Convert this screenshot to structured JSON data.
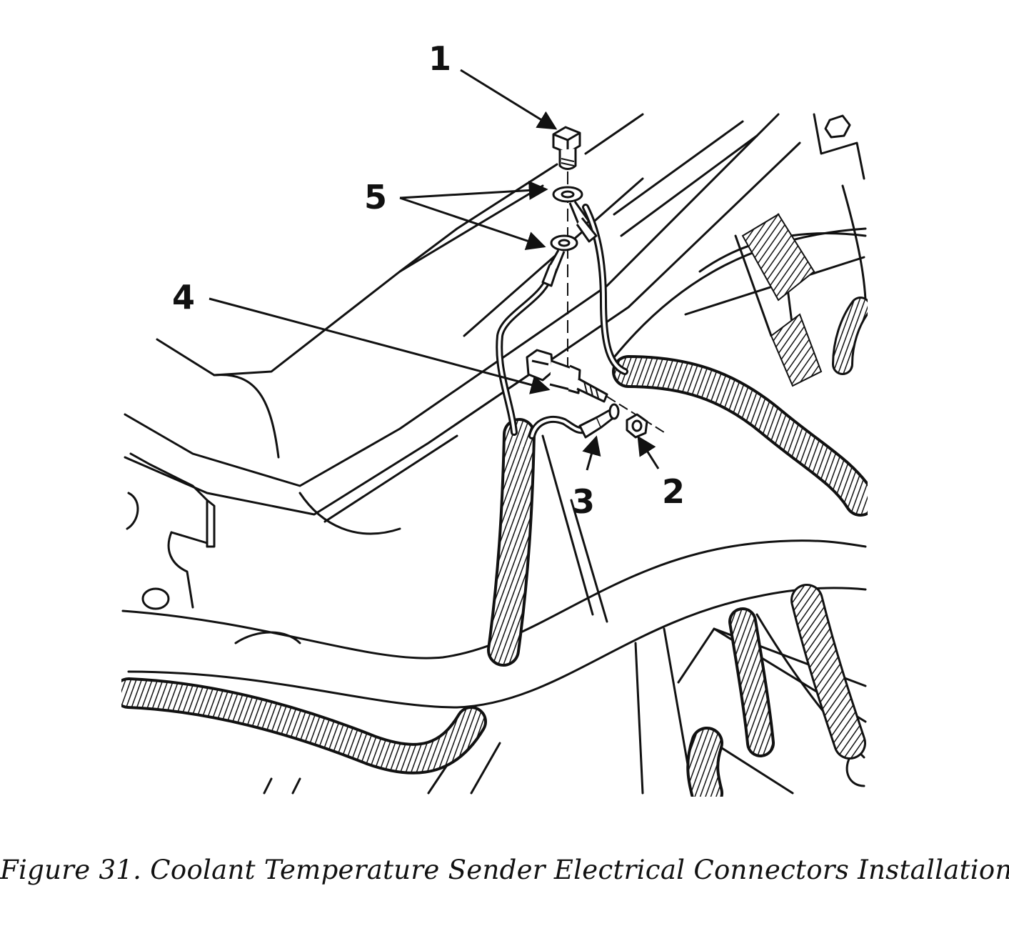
{
  "callouts": {
    "c1": "1",
    "c2": "2",
    "c3": "3",
    "c4": "4",
    "c5": "5"
  },
  "caption": "Figure 31.  Coolant Temperature Sender Electrical Connectors Installation.",
  "colors": {
    "ink": "#111111",
    "paper": "#ffffff"
  }
}
